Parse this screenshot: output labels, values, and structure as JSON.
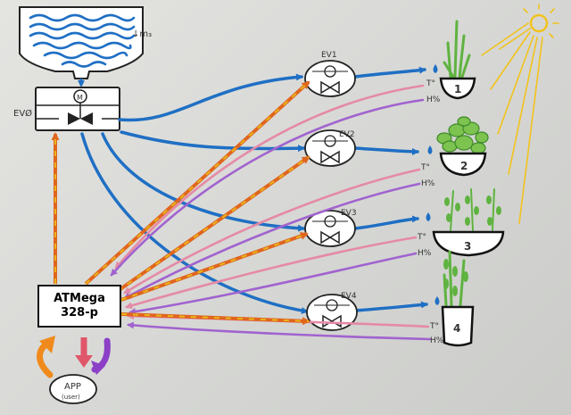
{
  "labels": {
    "water_level": "↓m₃",
    "main_valve": "EVØ",
    "valves": [
      "EV1",
      "EV2",
      "EV3",
      "EV4"
    ],
    "pots": [
      "1",
      "2",
      "3",
      "4"
    ],
    "temp": "T°",
    "humidity": "H%",
    "controller_line1": "ATMega",
    "controller_line2": "328-p",
    "app": "APP",
    "app_sub": "(user)"
  },
  "colors": {
    "water": "#1f6fc4",
    "control": "#e0651e",
    "control_dash": "#e8b51a",
    "temp_line": "#e58aa6",
    "humidity_line": "#a163cf",
    "sun": "#f2c21c",
    "plant": "#5fb340",
    "user_up": "#f08a1d",
    "user_down": "#e0566a",
    "user_side": "#8c3fc7"
  }
}
